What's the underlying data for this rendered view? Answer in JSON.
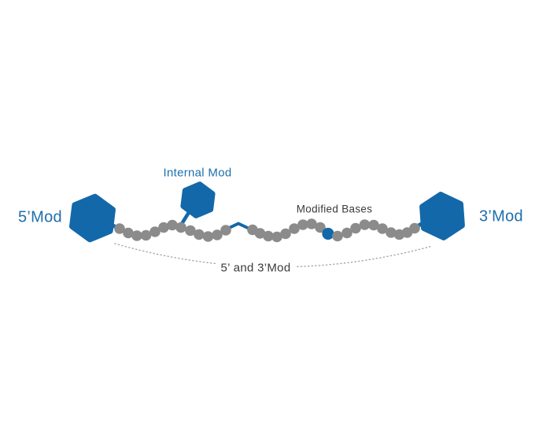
{
  "diagram": {
    "type": "oligonucleotide-modification-diagram",
    "labels": {
      "five_prime_mod": "5’Mod",
      "internal_mod": "Internal Mod",
      "modified_bases": "Modified Bases",
      "three_prime_mod": "3’Mod",
      "five_and_three_mod": "5’ and 3’Mod"
    },
    "colors": {
      "modification_blue": "#1368a9",
      "label_blue": "#1e6fad",
      "backbone_gray": "#8b8b8b",
      "label_dark": "#3b3b3b",
      "dotted_arc_gray": "#a8a8a8",
      "background": "#ffffff"
    },
    "chain": {
      "gray_bead_count": 32,
      "modified_bead_count": 1
    }
  }
}
